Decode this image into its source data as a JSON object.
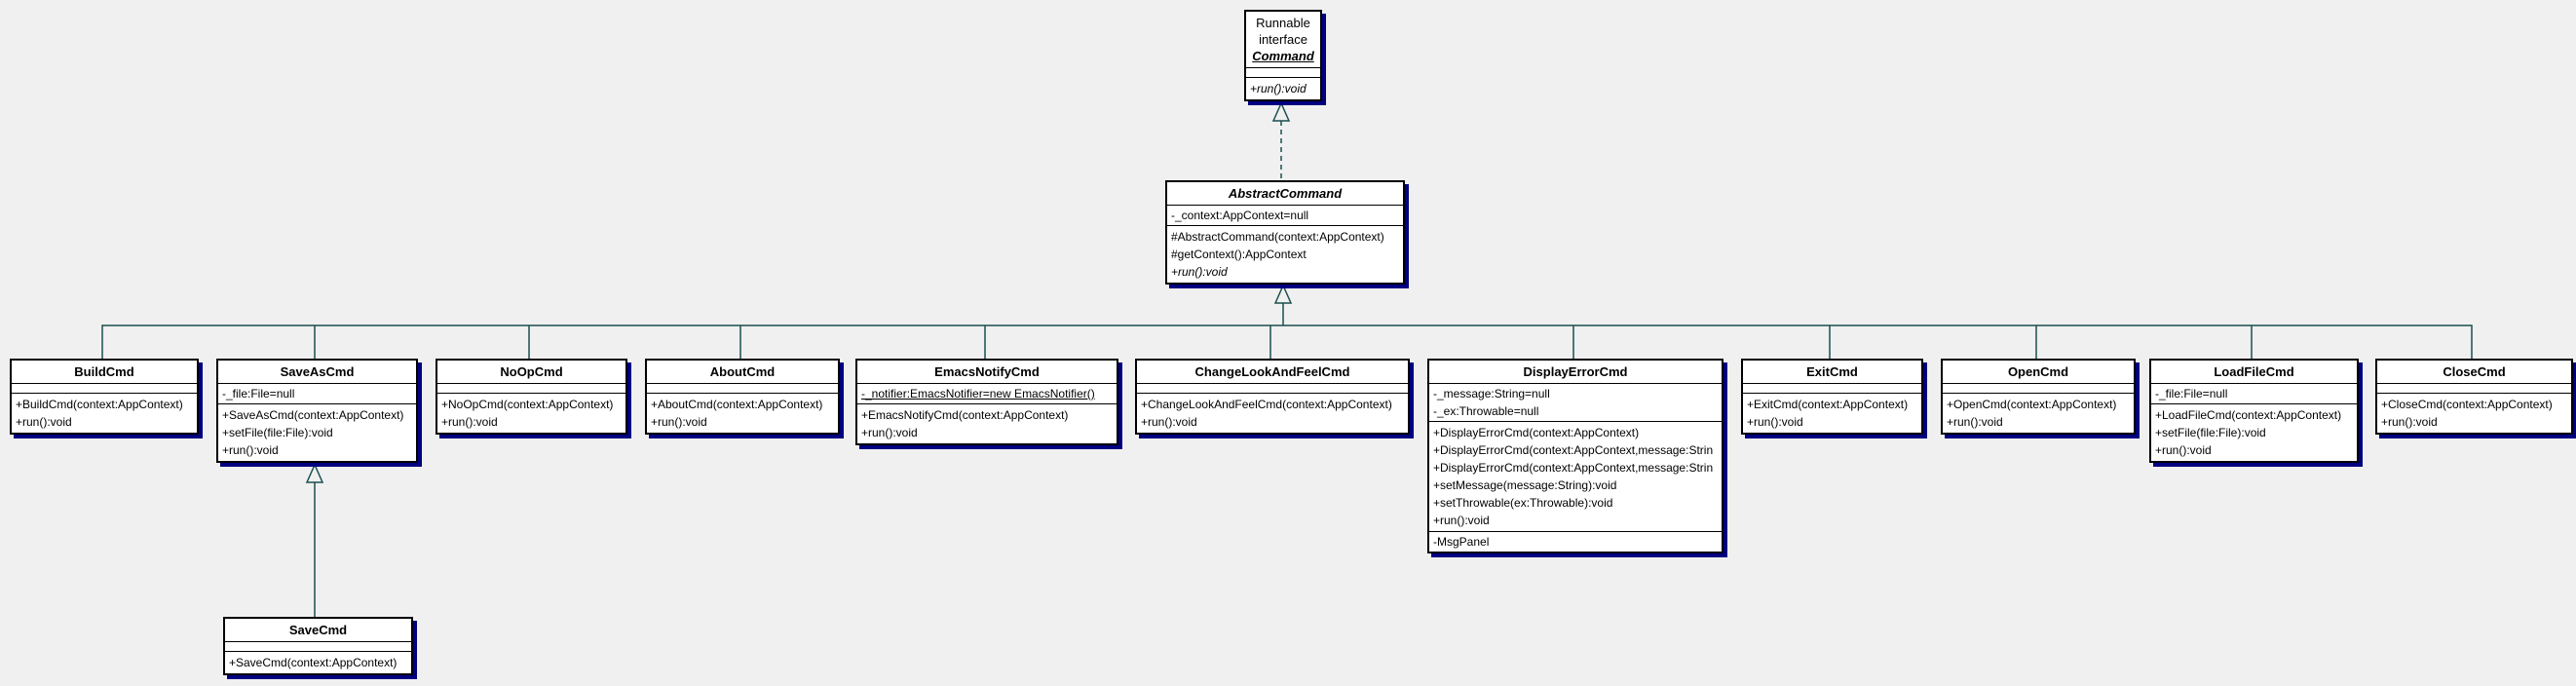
{
  "diagram": {
    "type": "uml-class-diagram",
    "background": "#f0f0f0",
    "box_fill": "#ffffff",
    "box_border": "#000000",
    "box_shadow_color": "#000080",
    "connector_color": "#1b4f4f"
  },
  "classes": [
    {
      "id": "command",
      "title_lines": [
        {
          "text": "Runnable",
          "plain": true
        },
        {
          "text": "interface",
          "plain": true
        },
        {
          "text": "Command",
          "italic": true,
          "underline": true
        }
      ],
      "attributes": [],
      "methods": [
        {
          "text": "+run():void",
          "italic": true
        }
      ]
    },
    {
      "id": "abstractcommand",
      "title_lines": [
        {
          "text": "AbstractCommand",
          "italic": true
        }
      ],
      "attributes": [
        {
          "text": "-_context:AppContext=null"
        }
      ],
      "methods": [
        {
          "text": "#AbstractCommand(context:AppContext)"
        },
        {
          "text": "#getContext():AppContext"
        },
        {
          "text": "+run():void",
          "italic": true
        }
      ]
    },
    {
      "id": "buildcmd",
      "title_lines": [
        {
          "text": "BuildCmd"
        }
      ],
      "attributes": [],
      "methods": [
        {
          "text": "+BuildCmd(context:AppContext)"
        },
        {
          "text": "+run():void"
        }
      ]
    },
    {
      "id": "saveascmd",
      "title_lines": [
        {
          "text": "SaveAsCmd"
        }
      ],
      "attributes": [
        {
          "text": "-_file:File=null"
        }
      ],
      "methods": [
        {
          "text": "+SaveAsCmd(context:AppContext)"
        },
        {
          "text": "+setFile(file:File):void"
        },
        {
          "text": "+run():void"
        }
      ]
    },
    {
      "id": "noopcmd",
      "title_lines": [
        {
          "text": "NoOpCmd"
        }
      ],
      "attributes": [],
      "methods": [
        {
          "text": "+NoOpCmd(context:AppContext)"
        },
        {
          "text": "+run():void"
        }
      ]
    },
    {
      "id": "aboutcmd",
      "title_lines": [
        {
          "text": "AboutCmd"
        }
      ],
      "attributes": [],
      "methods": [
        {
          "text": "+AboutCmd(context:AppContext)"
        },
        {
          "text": "+run():void"
        }
      ]
    },
    {
      "id": "emacsnotifycmd",
      "title_lines": [
        {
          "text": "EmacsNotifyCmd"
        }
      ],
      "attributes": [
        {
          "text": "-_notifier:EmacsNotifier=new EmacsNotifier()",
          "underline": true
        }
      ],
      "methods": [
        {
          "text": "+EmacsNotifyCmd(context:AppContext)"
        },
        {
          "text": "+run():void"
        }
      ]
    },
    {
      "id": "changelookandfeelcmd",
      "title_lines": [
        {
          "text": "ChangeLookAndFeelCmd"
        }
      ],
      "attributes": [],
      "methods": [
        {
          "text": "+ChangeLookAndFeelCmd(context:AppContext)"
        },
        {
          "text": "+run():void"
        }
      ]
    },
    {
      "id": "displayerrorcmd",
      "title_lines": [
        {
          "text": "DisplayErrorCmd"
        }
      ],
      "attributes": [
        {
          "text": "-_message:String=null"
        },
        {
          "text": "-_ex:Throwable=null"
        }
      ],
      "methods": [
        {
          "text": "+DisplayErrorCmd(context:AppContext)"
        },
        {
          "text": "+DisplayErrorCmd(context:AppContext,message:Strin"
        },
        {
          "text": "+DisplayErrorCmd(context:AppContext,message:Strin"
        },
        {
          "text": "+setMessage(message:String):void"
        },
        {
          "text": "+setThrowable(ex:Throwable):void"
        },
        {
          "text": "+run():void"
        }
      ],
      "extra": [
        {
          "text": "-MsgPanel"
        }
      ]
    },
    {
      "id": "exitcmd",
      "title_lines": [
        {
          "text": "ExitCmd"
        }
      ],
      "attributes": [],
      "methods": [
        {
          "text": "+ExitCmd(context:AppContext)"
        },
        {
          "text": "+run():void"
        }
      ]
    },
    {
      "id": "opencmd",
      "title_lines": [
        {
          "text": "OpenCmd"
        }
      ],
      "attributes": [],
      "methods": [
        {
          "text": "+OpenCmd(context:AppContext)"
        },
        {
          "text": "+run():void"
        }
      ]
    },
    {
      "id": "loadfilecmd",
      "title_lines": [
        {
          "text": "LoadFileCmd"
        }
      ],
      "attributes": [
        {
          "text": "-_file:File=null"
        }
      ],
      "methods": [
        {
          "text": "+LoadFileCmd(context:AppContext)"
        },
        {
          "text": "+setFile(file:File):void"
        },
        {
          "text": "+run():void"
        }
      ]
    },
    {
      "id": "closecmd",
      "title_lines": [
        {
          "text": "CloseCmd"
        }
      ],
      "attributes": [],
      "methods": [
        {
          "text": "+CloseCmd(context:AppContext)"
        },
        {
          "text": "+run():void"
        }
      ]
    },
    {
      "id": "savecmd",
      "title_lines": [
        {
          "text": "SaveCmd"
        }
      ],
      "attributes": [],
      "methods": [
        {
          "text": "+SaveCmd(context:AppContext)"
        }
      ]
    }
  ],
  "relations": {
    "realization": {
      "from": "AbstractCommand",
      "to": "Command",
      "style": "dashed, open triangle"
    },
    "generalizations_to_abstractcommand": [
      "BuildCmd",
      "SaveAsCmd",
      "NoOpCmd",
      "AboutCmd",
      "EmacsNotifyCmd",
      "ChangeLookAndFeelCmd",
      "DisplayErrorCmd",
      "ExitCmd",
      "OpenCmd",
      "LoadFileCmd",
      "CloseCmd"
    ],
    "generalization_savecmd": {
      "from": "SaveCmd",
      "to": "SaveAsCmd",
      "style": "solid, open triangle"
    }
  }
}
